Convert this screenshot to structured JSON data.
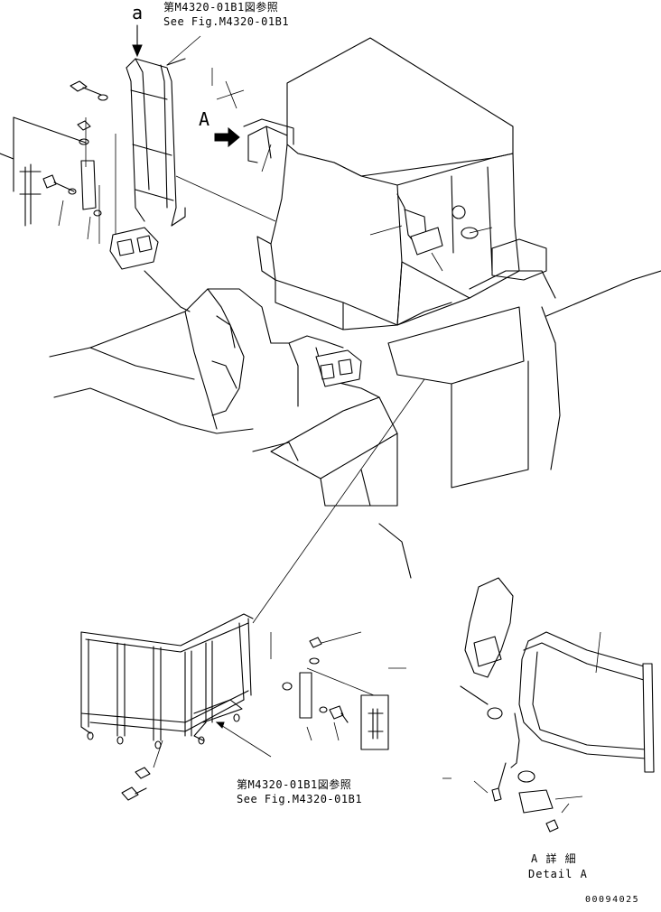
{
  "labels": {
    "top_ref_jp": "第M4320-01B1図参照",
    "top_ref_en": "See Fig.M4320-01B1",
    "bottom_ref_jp": "第M4320-01B1図参照",
    "bottom_ref_en": "See Fig.M4320-01B1",
    "view_a": "a",
    "arrow_a": "A",
    "detail_jp": "A 詳 細",
    "detail_en": "Detail A",
    "drawing_code": "00094025"
  }
}
